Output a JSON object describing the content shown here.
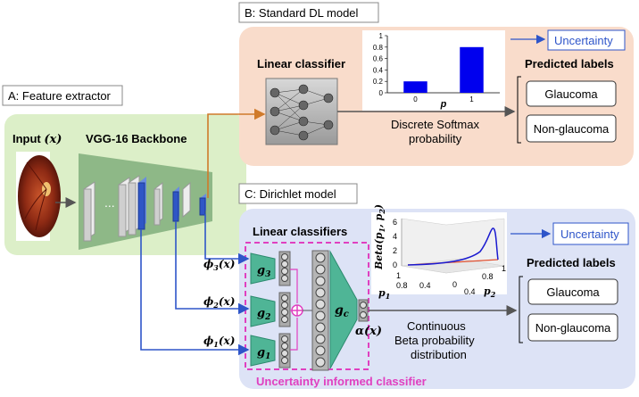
{
  "panel_a": {
    "title": "A: Feature extractor",
    "input_label": "Input",
    "input_var": "(x)",
    "backbone_label": "VGG-16 Backbone",
    "dots": "...",
    "fill": "#dcefc8"
  },
  "panel_b": {
    "title": "B: Standard DL model",
    "classifier_label": "Linear classifier",
    "uncertainty": "Uncertainty",
    "predicted_labels": "Predicted labels",
    "label_1": "Glaucoma",
    "label_2": "Non-glaucoma",
    "softmax_line1": "Discrete Softmax",
    "softmax_line2": "probability",
    "fill": "#f9dccb"
  },
  "panel_c": {
    "title": "C: Dirichlet model",
    "classifiers_label": "Linear classifiers",
    "uncertainty": "Uncertainty",
    "predicted_labels": "Predicted labels",
    "label_1": "Glaucoma",
    "label_2": "Non-glaucoma",
    "beta_line1": "Continuous",
    "beta_line2": "Beta probability",
    "beta_line3": "distribution",
    "uic_label": "Uncertainty informed classifier",
    "g1": "g",
    "g1_sub": "1",
    "g2": "g",
    "g2_sub": "2",
    "g3": "g",
    "g3_sub": "3",
    "gc": "g",
    "gc_sub": "c",
    "phi1": "ϕ",
    "phi1_sub": "1",
    "phi1_arg": "(x)",
    "phi2": "ϕ",
    "phi2_sub": "2",
    "phi2_arg": "(x)",
    "phi3": "ϕ",
    "phi3_sub": "3",
    "phi3_arg": "(x)",
    "alpha": "α(x)",
    "fill": "#dde3f6"
  },
  "bar_chart": {
    "type": "bar",
    "categories": [
      "0",
      "1"
    ],
    "values": [
      0.2,
      0.8
    ],
    "yticks": [
      "0",
      "0.2",
      "0.4",
      "0.6",
      "0.8",
      "1"
    ],
    "xlabel": "p",
    "ylim": [
      0,
      1
    ],
    "color": "#0000ee"
  },
  "beta_plot": {
    "zlabel": "Beta(p",
    "zlabel_sub1": "1",
    "zlabel_mid": ", p",
    "zlabel_sub2": "2",
    "zlabel_end": ")",
    "zticks": [
      "0",
      "2",
      "4",
      "6"
    ],
    "p1_ticks": [
      "1",
      "0.8",
      "0.4"
    ],
    "p1_label": "p",
    "p1_sub": "1",
    "p2_ticks": [
      "0",
      "0.4",
      "0.8",
      "1"
    ],
    "p2_label": "p",
    "p2_sub": "2",
    "curve_color": "#1a1ad0",
    "base_color": "#e05030"
  },
  "colors": {
    "arrow_orange": "#d07a2a",
    "arrow_blue": "#2e55c9",
    "vgg_block": "#2f56c6",
    "classifier_green": "#3aaa8a",
    "magenta": "#e040c0"
  }
}
